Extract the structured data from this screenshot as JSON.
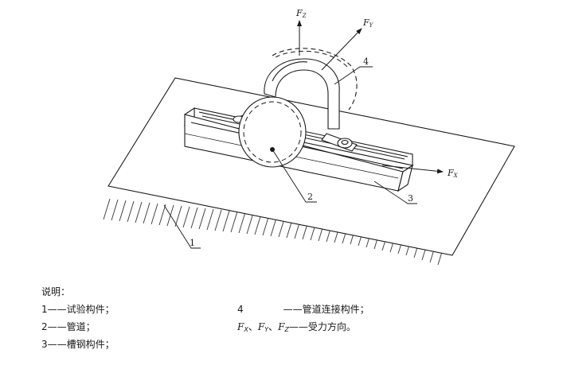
{
  "diagram": {
    "callouts": [
      "1",
      "2",
      "3",
      "4"
    ],
    "forces": [
      {
        "base": "F",
        "sub": "Z"
      },
      {
        "base": "F",
        "sub": "Y"
      },
      {
        "base": "F",
        "sub": "X"
      }
    ]
  },
  "legend": {
    "title": "说明：",
    "items": [
      {
        "number": "1",
        "dash": "——",
        "text": "试验构件；"
      },
      {
        "number": "2",
        "dash": "——",
        "text": "管道；"
      },
      {
        "number": "3",
        "dash": "——",
        "text": "槽钢构件；"
      },
      {
        "number": "4",
        "dash": "——",
        "text": "管道连接构件；"
      }
    ],
    "force_item": {
      "f1": "F",
      "s1": "X",
      "sep1": "、",
      "f2": "F",
      "s2": "Y",
      "sep2": "、",
      "f3": "F",
      "s3": "Z",
      "dash": "——",
      "text": "受力方向。"
    }
  }
}
